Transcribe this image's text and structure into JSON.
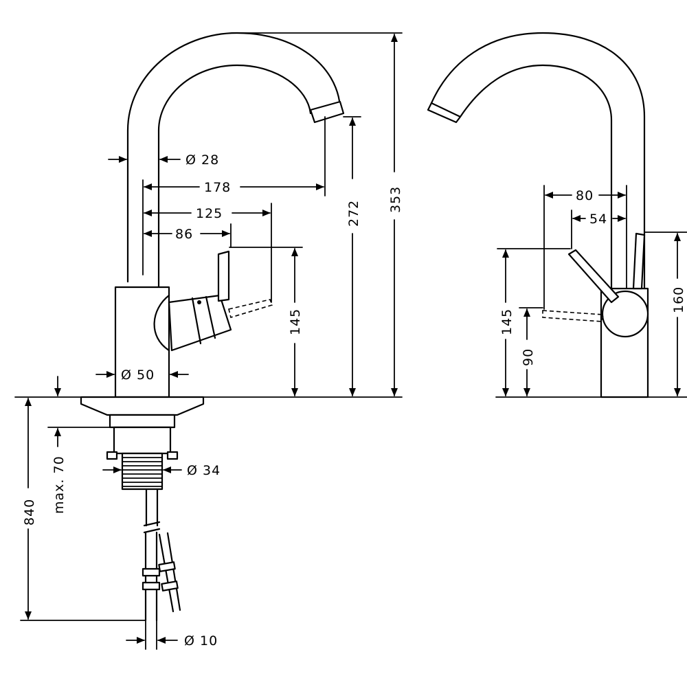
{
  "dimensions": {
    "front": {
      "spout_diameter": "Ø 28",
      "spout_reach": "178",
      "lever_reach_max": "125",
      "lever_reach": "86",
      "lever_height": "145",
      "outlet_height": "272",
      "total_height": "353",
      "body_diameter": "Ø 50",
      "thread_diameter": "Ø 34",
      "max_thickness": "max. 70",
      "hose_length": "840",
      "hose_diameter": "Ø 10"
    },
    "side": {
      "lever_offset": "80",
      "lever_offset_small": "54",
      "lever_height": "145",
      "lever_pivot_height": "90",
      "body_height": "160"
    }
  }
}
